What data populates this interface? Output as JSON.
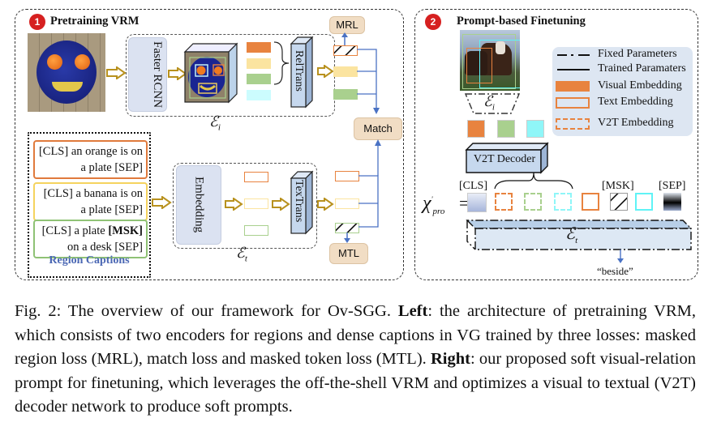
{
  "left_panel": {
    "badge": "1",
    "title": "Pretraining VRM",
    "faster_rcnn_label": "Faster RCNN",
    "reltrans_label": "RelTrans",
    "image_encoder_symbol": "ℰ",
    "image_encoder_sub": "i",
    "text_encoder_symbol": "ℰ",
    "text_encoder_sub": "t",
    "embedding_label": "Embedding",
    "textrans_label": "TexTrans",
    "mrl_label": "MRL",
    "match_label": "Match",
    "mtl_label": "MTL",
    "region_captions": [
      {
        "line1": "[CLS] an orange is on",
        "line2": "a plate [SEP]",
        "color": "#e07a3c"
      },
      {
        "line1": "[CLS] a banana is on",
        "line2": "a plate [SEP]",
        "color": "#f5d35e"
      },
      {
        "line1_pre": "[CLS] a plate ",
        "line1_bold": "[MSK]",
        "line2": "on a desk [SEP]",
        "color": "#8fc275"
      }
    ],
    "region_captions_title": "Region Captions"
  },
  "right_panel": {
    "badge": "2",
    "title": "Prompt-based Finetuning",
    "image_encoder_symbol": "ℰ",
    "image_encoder_sub": "i",
    "decoder_label": "V2T Decoder",
    "prompt_symbol": "χ",
    "prompt_sub": "pro",
    "prompt_eq": "=",
    "token_cls": "[CLS]",
    "token_msk": "[MSK]",
    "token_sep": "[SEP]",
    "text_encoder_symbol": "ℰ",
    "text_encoder_sub": "t",
    "output_label": "“beside”",
    "legend": [
      {
        "label": "Fixed Parameters",
        "kind": "dash-dot"
      },
      {
        "label": "Trained Paramaters",
        "kind": "solid"
      },
      {
        "label": "Visual Embedding",
        "kind": "filled"
      },
      {
        "label": "Text Embedding",
        "kind": "outline"
      },
      {
        "label": "V2T Embedding",
        "kind": "dashed"
      }
    ]
  },
  "colors": {
    "orange": "#e8833f",
    "yellow": "#fbe4a0",
    "green": "#a9d08e",
    "cyan": "#ccfcfe",
    "cyan_bright": "#5ff3f6",
    "blue_line": "#4a72c4",
    "arrow_gold": "#b8911e",
    "badge_red": "#d62020"
  },
  "caption": {
    "prefix": "Fig. 2: The overview of our framework for Ov-SGG. ",
    "left_bold": "Left",
    "left_text": ": the architecture of pretraining VRM, which consists of two encoders for regions and dense captions in VG trained by three losses: masked region loss (MRL), match loss and masked token loss (MTL). ",
    "right_bold": "Right",
    "right_text": ": our proposed soft visual-relation prompt for finetuning, which leverages the off-the-shell VRM and optimizes a visual to textual (V2T) decoder network to produce soft prompts."
  }
}
